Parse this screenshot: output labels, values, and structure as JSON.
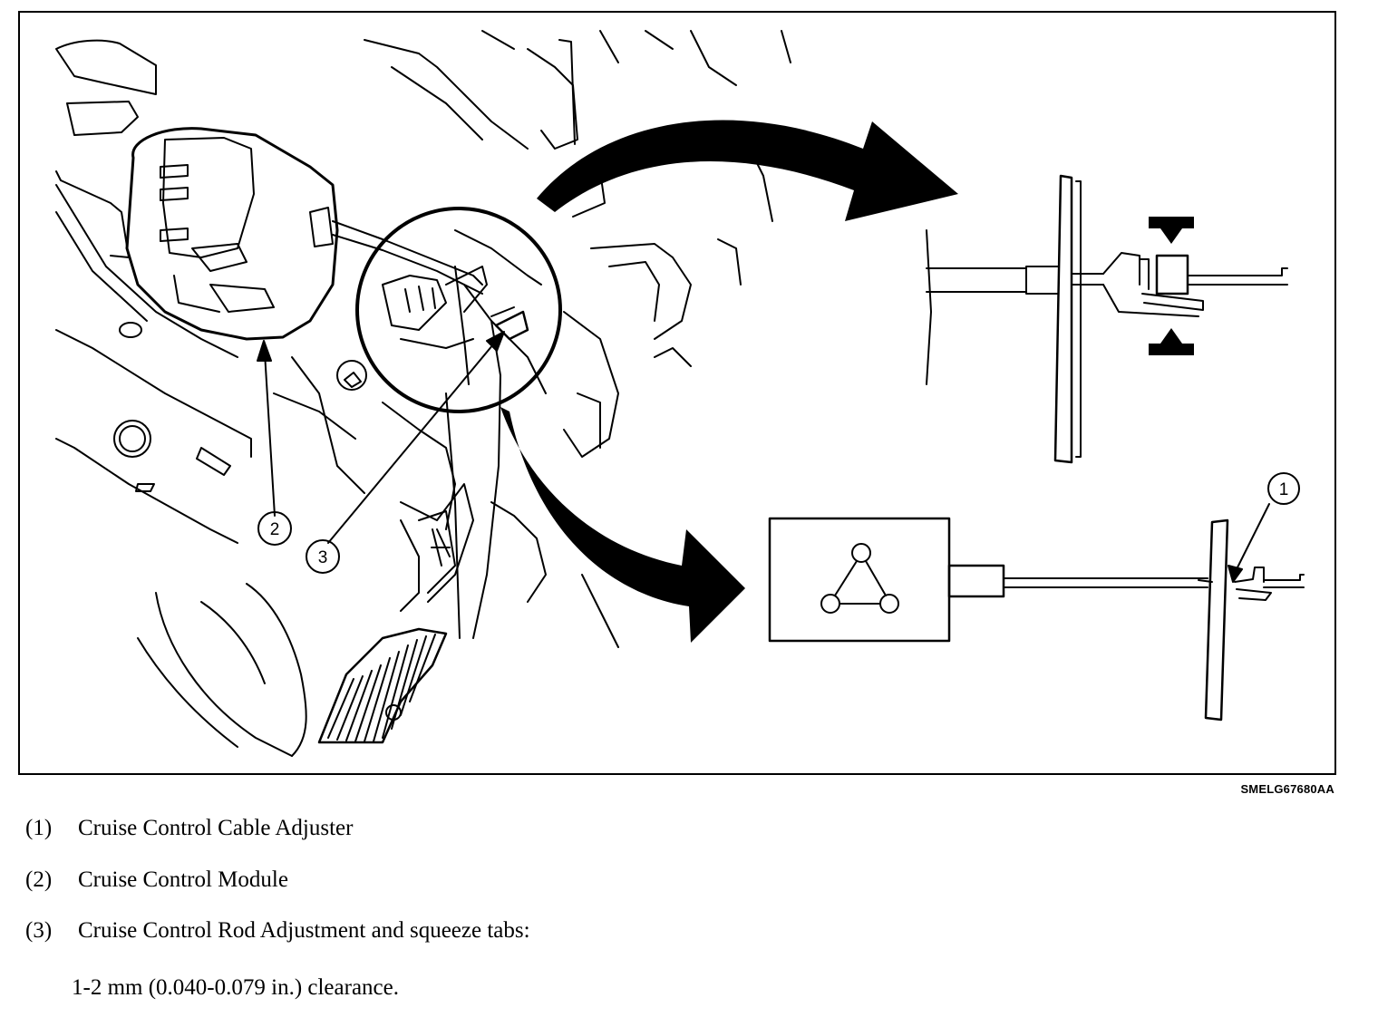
{
  "figure": {
    "code": "SMELG67680AA",
    "callouts": {
      "one": "1",
      "two": "2",
      "three": "3"
    }
  },
  "legend": {
    "items": [
      {
        "num": "(1)",
        "text": "Cruise Control Cable Adjuster"
      },
      {
        "num": "(2)",
        "text": "Cruise Control Module"
      },
      {
        "num": "(3)",
        "text": "Cruise Control Rod Adjustment and squeeze tabs:"
      }
    ],
    "note": "1-2 mm (0.040-0.079 in.) clearance."
  }
}
